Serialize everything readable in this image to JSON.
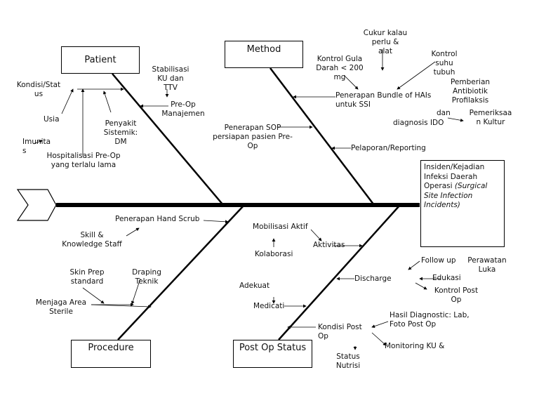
{
  "categories": {
    "patient": "Patient",
    "method": "Method",
    "procedure": "Procedure",
    "post_op": "Post Op Status"
  },
  "effect": {
    "line1": "Insiden/Kejadian\nInfeksi Daerah\nOperasi ",
    "italic": "(Surgical\nSite Infection\nIncidents)"
  },
  "patient_causes": {
    "kondisi": "Kondisi/Stat\nus",
    "usia": "Usia",
    "imunitas": "Imunita\ns",
    "hospitalisasi": "Hospitalisasi Pre-Op\nyang terlalu lama",
    "penyakit": "Penyakit\nSistemik:\nDM",
    "stabilisasi": "Stabilisasi\nKU dan\nTTV",
    "preop": "Pre-Op\nManajemen"
  },
  "method_causes": {
    "cukur": "Cukur kalau\nperlu &\nalat",
    "kontrol_gula": "Kontrol Gula\nDarah < 200\nmg",
    "kontrol_suhu": "Kontrol\nsuhu\ntubuh",
    "bundle": "Penerapan Bundle of HAIs\nuntuk SSI",
    "antibiotik": "Pemberian\nAntibiotik\nProfilaksis",
    "dan": "dan",
    "diagnosis": "diagnosis IDO",
    "kultur": "Pemeriksaa\nn Kultur",
    "sop": "Penerapan SOP\npersiapan pasien Pre-\nOp",
    "pelaporan": "Pelaporan/Reporting"
  },
  "procedure_causes": {
    "hand_scrub": "Penerapan Hand Scrub",
    "skill": "Skill &\nKnowledge Staff",
    "skin_prep": "Skin Prep\nstandard",
    "draping": "Draping\nTeknik",
    "area_steril": "Menjaga Area\nSterile"
  },
  "postop_causes": {
    "mobilisasi": "Mobilisasi Aktif",
    "aktivitas": "Aktivitas",
    "kolaborasi": "Kolaborasi",
    "discharge": "Discharge",
    "follow_up": "Follow up",
    "perawatan": "Perawatan\nLuka",
    "edukasi": "Edukasi",
    "kontrol_post": "Kontrol Post\nOp",
    "adekuat": "Adekuat",
    "medicati": "Medicati",
    "kondisi_post": "Kondisi Post\nOp",
    "hasil": "Hasil Diagnostic: Lab,\nFoto Post Op",
    "monitoring": "Monitoring KU &",
    "status_nutrisi": "Status\nNutrisi"
  }
}
